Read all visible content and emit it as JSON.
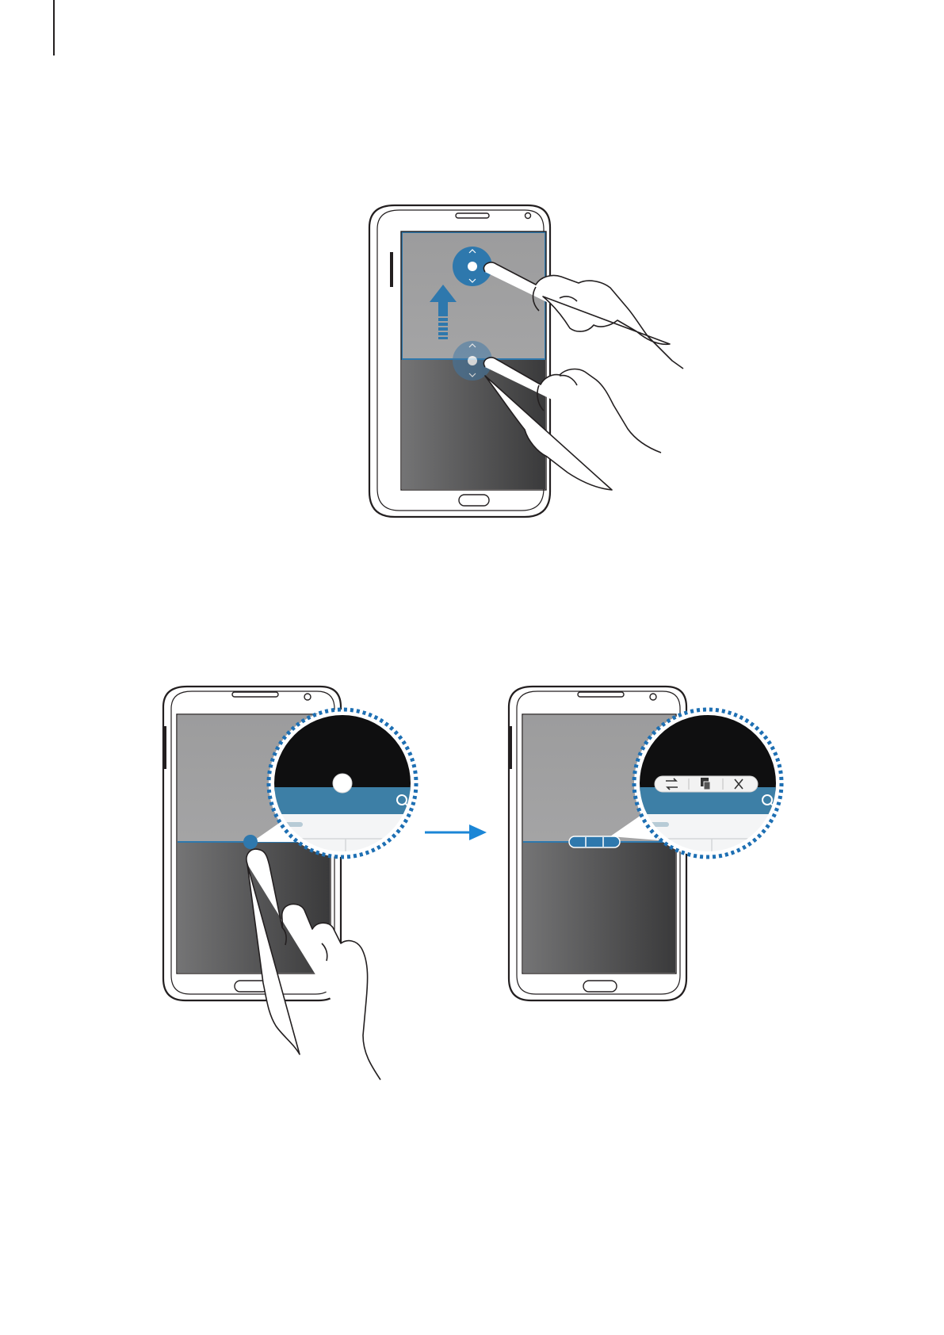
{
  "figures": [
    {
      "id": "resize-split",
      "action": "drag-divider-up"
    },
    {
      "id": "tap-divider-options",
      "action": "tap-divider"
    }
  ],
  "option_bar": {
    "icons": [
      "switch-windows-icon",
      "drag-content-icon",
      "close-icon"
    ]
  },
  "colors": {
    "accent_blue": "#2e78ad",
    "dotted_blue": "#1d6fb3",
    "arrow_blue": "#1b86d6",
    "top_window": "#9a9a9b",
    "bottom_window_dark": "#3c3c3d",
    "bottom_window_light": "#707071",
    "phone_outline": "#231f20",
    "app_bar": "#3d7fa6"
  }
}
